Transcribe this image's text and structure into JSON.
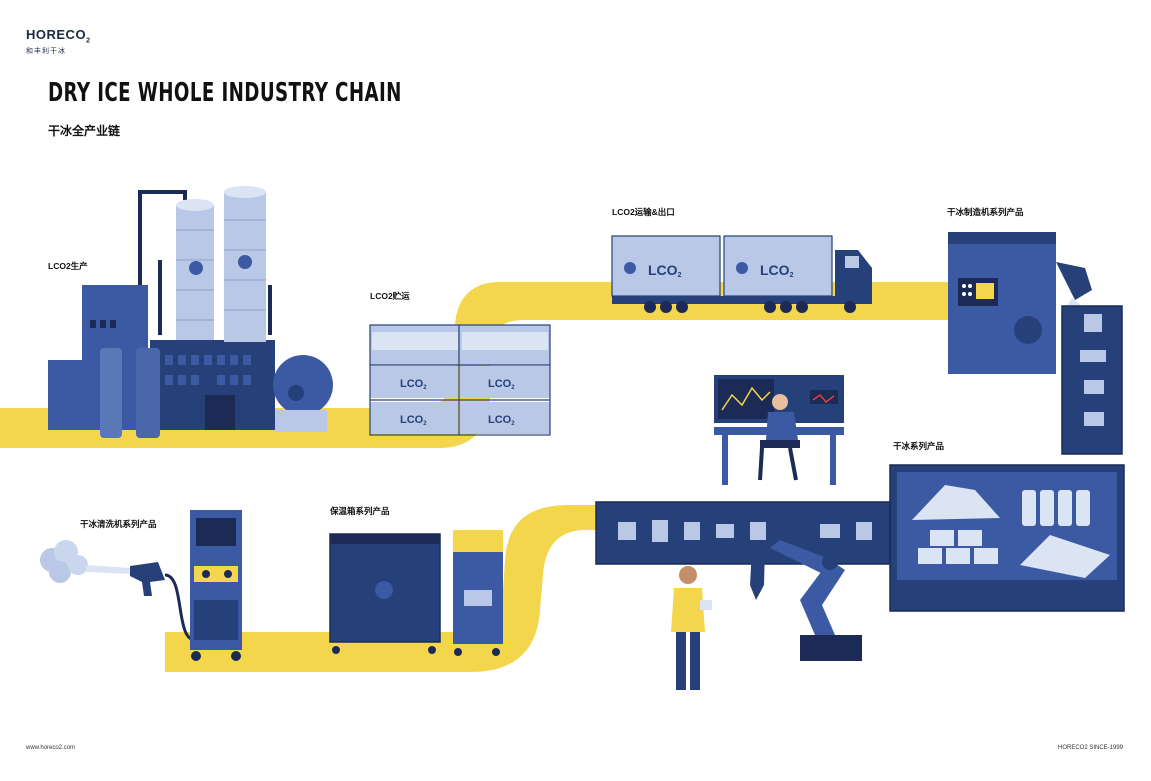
{
  "brand": {
    "name": "HORECO",
    "suffix": "2",
    "sub": "和丰利干冰"
  },
  "title": "DRY ICE WHOLE INDUSTRY CHAIN",
  "subtitle": "干冰全产业链",
  "stages": {
    "production": "LCO2生产",
    "storage": "LCO2贮运",
    "transport": "LCO2运输&出口",
    "machines": "干冰制造机系列产品",
    "products": "干冰系列产品",
    "insulated": "保温箱系列产品",
    "cleaning": "干冰清洗机系列产品"
  },
  "tank_label": "LCO",
  "tank_sub": "2",
  "colors": {
    "path": "#f3d64c",
    "navy": "#26407a",
    "blue": "#3b5aa3",
    "light": "#b8c8e6",
    "dark": "#1b2b55"
  },
  "footer": {
    "url": "www.horeco2.com",
    "since": "HORECO2  SINCE-1999"
  }
}
